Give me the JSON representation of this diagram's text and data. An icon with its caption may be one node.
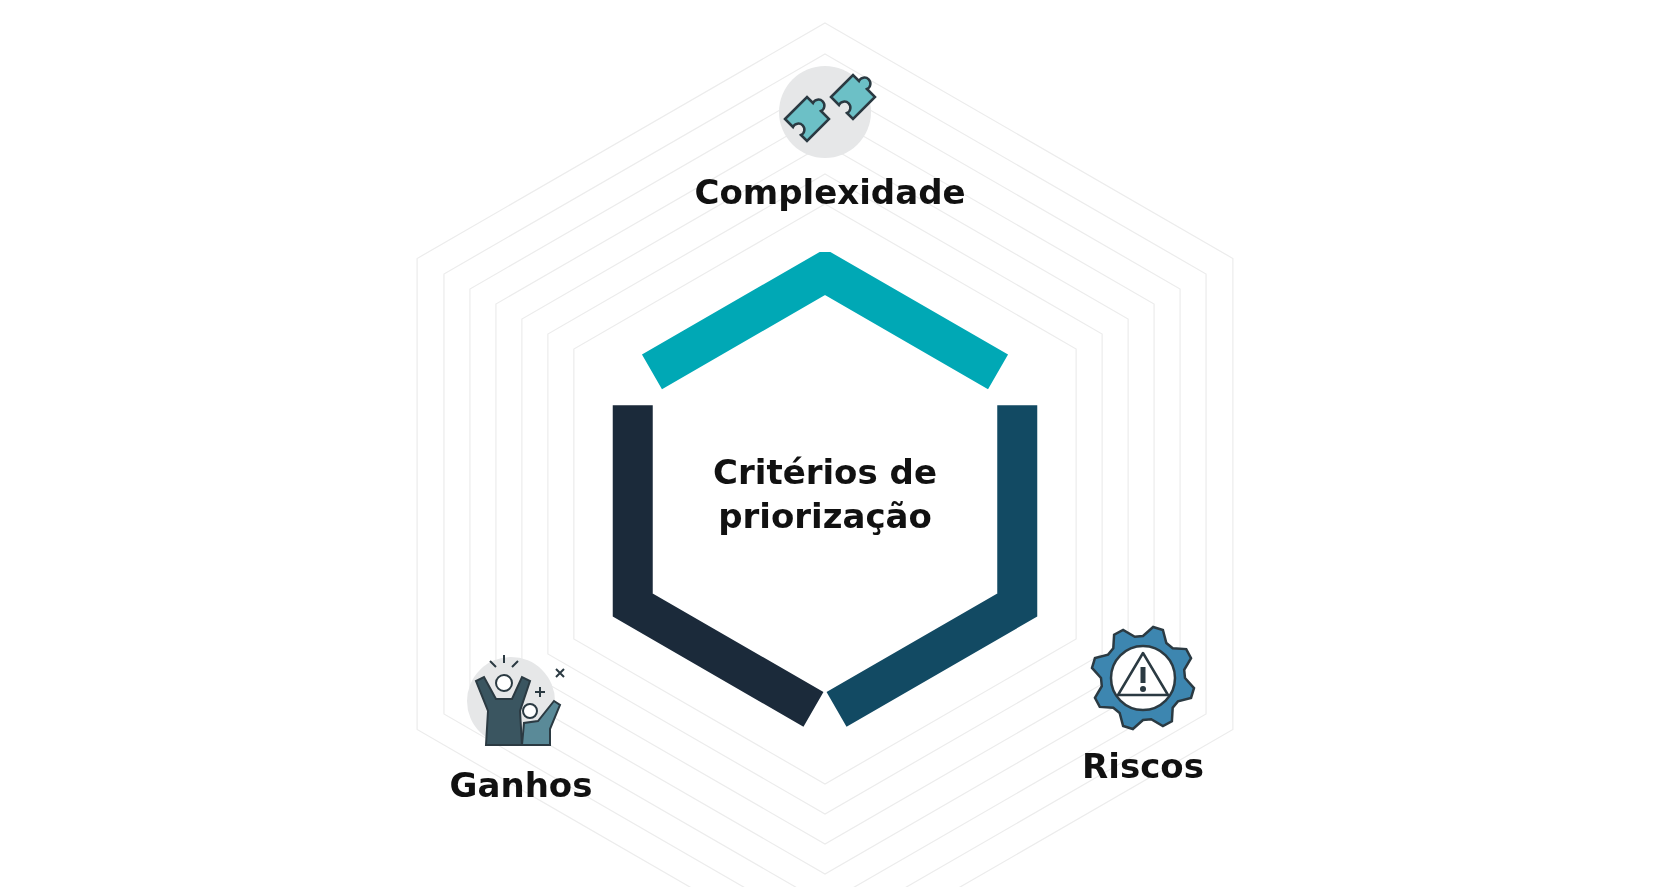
{
  "diagram": {
    "nodes": [
      {
        "text": [
          "Critérios de priorização"
        ]
      }
    ],
    "labels": [
      "Complexidade",
      "Ganhos",
      "Riscos"
    ]
  }
}
